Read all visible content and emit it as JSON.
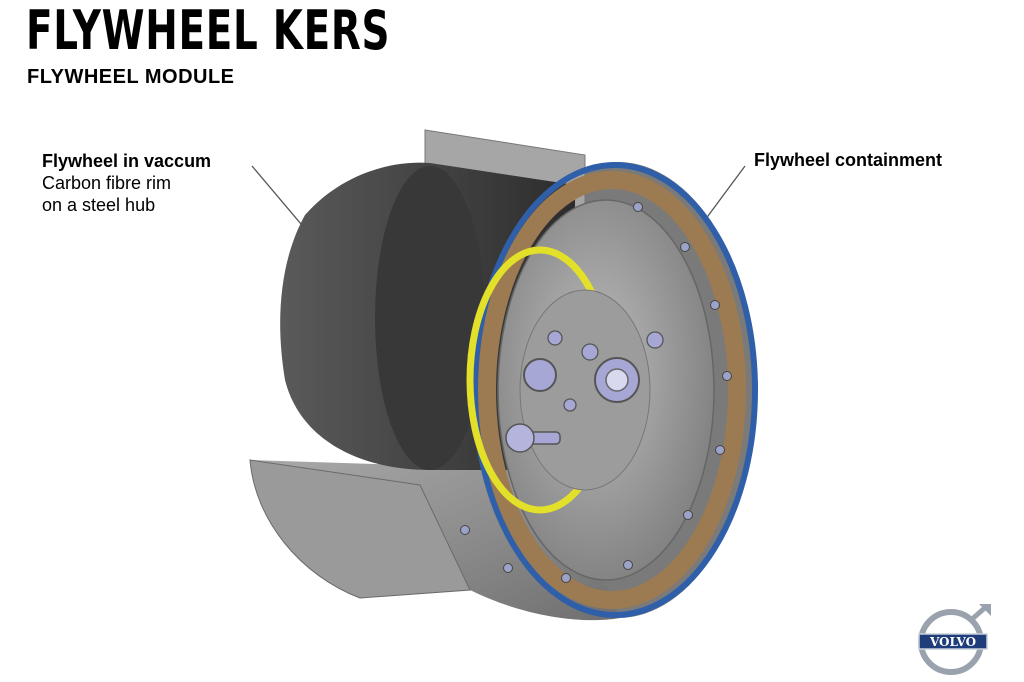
{
  "title": "FLYWHEEL KERS",
  "subtitle": "FLYWHEEL MODULE",
  "callouts": {
    "left": {
      "heading": "Flywheel in vaccum",
      "line1": "Carbon fibre rim",
      "line2": "on a steel hub"
    },
    "right": {
      "heading": "Flywheel containment"
    }
  },
  "logo": {
    "text": "VOLVO"
  },
  "colors": {
    "rim": "#4a4a4a",
    "casing": "#8c8c8c",
    "blue_seal": "#2e5fa8",
    "bronze_ring": "#9c7a52",
    "yellow_ring": "#e3e02a",
    "bolts": "#a7a7d6"
  }
}
